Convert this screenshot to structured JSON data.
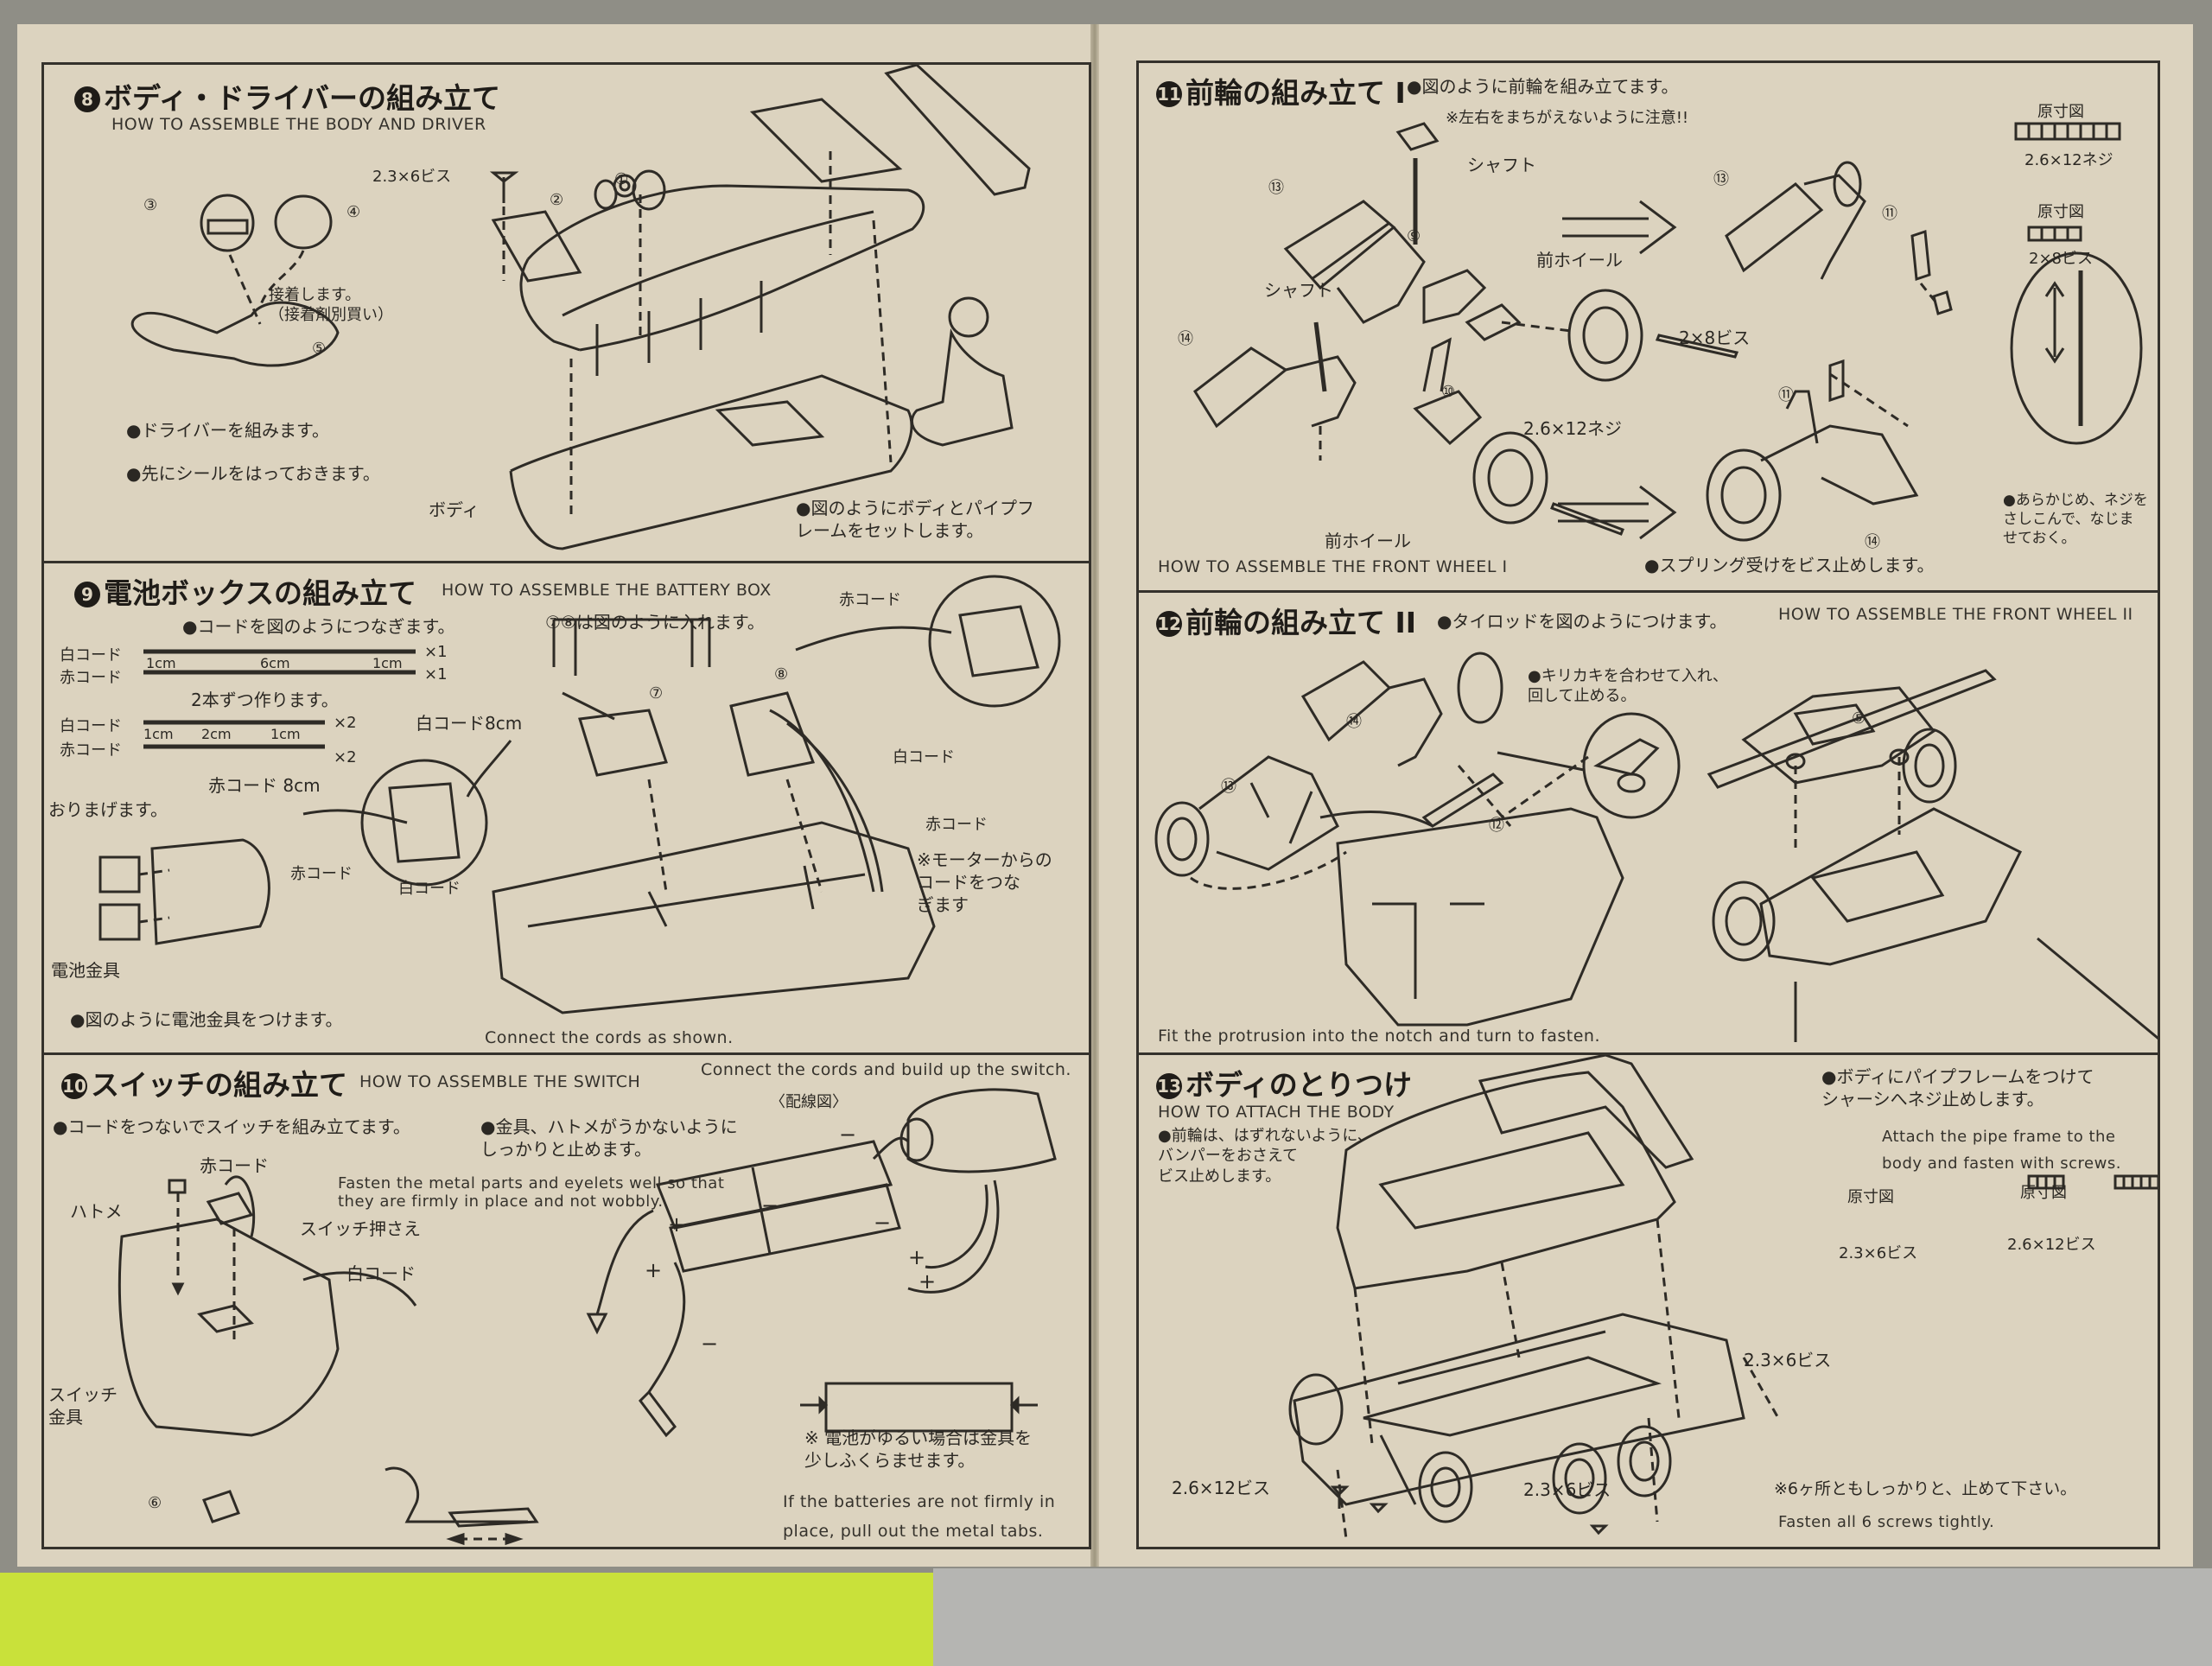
{
  "left_page": {
    "section8": {
      "number": "8",
      "title_ja": "ボディ・ドライバーの組み立て",
      "title_en": "HOW TO ASSEMBLE THE BODY AND DRIVER",
      "screw_label": "2.3×6ビス",
      "glue_note": "接着します。\n（接着剤別買い）",
      "driver_note": "●ドライバーを組みます。",
      "sticker_note": "●先にシールをはっておきます。",
      "body_label": "ボディ",
      "frame_note": "●図のようにボディとパイプフ\nレームをセットします。",
      "parts": [
        "①",
        "②",
        "③",
        "④",
        "⑤"
      ]
    },
    "section9": {
      "number": "9",
      "title_ja": "電池ボックスの組み立て",
      "title_en": "HOW TO ASSEMBLE THE BATTERY BOX",
      "connect_note": "●コードを図のようにつなぎます。",
      "insert_note": "⑦⑧は図のように入れます。",
      "cord_rows": [
        {
          "label": "白コード",
          "qty": "×1"
        },
        {
          "label": "赤コード",
          "qty": "×1"
        },
        {
          "label": "白コード",
          "qty": "×2"
        },
        {
          "label": "赤コード",
          "qty": "×2"
        }
      ],
      "dim_1cm": "1cm",
      "dim_6cm": "6cm",
      "dim_2cm": "2cm",
      "make_two": "2本ずつ作ります。",
      "white_8cm": "白コード8cm",
      "red_8cm": "赤コード 8cm",
      "fold_note": "おりまげます。",
      "red_cord": "赤コード",
      "white_cord": "白コード",
      "battery_fitting": "電池金具",
      "fitting_note": "●図のように電池金具をつけます。",
      "motor_note": "※モーターからの\nコードをつな\nぎます",
      "caption_en": "Connect the cords as shown.",
      "parts": [
        "⑦",
        "⑧"
      ]
    },
    "section10": {
      "number": "10",
      "title_ja": "スイッチの組み立て",
      "title_en": "HOW TO ASSEMBLE THE SWITCH",
      "top_en": "Connect the cords and build up the switch.",
      "wiring_label": "〈配線図〉",
      "connect_note": "●コードをつないでスイッチを組み立てます。",
      "metal_note": "●金具、ハトメがうかないように\nしっかりと止めます。",
      "metal_note_en": "Fasten the metal parts and eyelets well so that\nthey are firmly in place and not wobbly.",
      "red_cord": "赤コード",
      "eyelet": "ハトメ",
      "switch_holder": "スイッチ押さえ",
      "white_cord": "白コード",
      "switch_fitting": "スイッチ\n金具",
      "part6": "⑥",
      "loose_note": "※ 電池がゆるい場合は金具を\n少しふくらませます。",
      "loose_note_en": "If the batteries are not firmly in\nplace, pull out the metal tabs.",
      "plus": "+",
      "minus": "−"
    }
  },
  "right_page": {
    "section11": {
      "number": "11",
      "title_ja": "前輪の組み立て",
      "roman": "I",
      "intro": "●図のように前輪を組み立てます。",
      "warning": "※左右をまちがえないように注意!!",
      "shaft": "シャフト",
      "front_wheel": "前ホイール",
      "screw_2x8": "2×8ビス",
      "screw_26x12": "2.6×12ネジ",
      "actual_size": "原寸図",
      "actual_26x12": "2.6×12ネジ",
      "actual_2x8": "2×8ビス",
      "preset_note": "●あらかじめ、ネジを\nさしこんで、なじま\nせておく。",
      "spring_note": "●スプリング受けをビス止めします。",
      "title_en": "HOW TO ASSEMBLE THE FRONT WHEEL I",
      "parts": [
        "⑨",
        "⑩",
        "⑪",
        "⑬",
        "⑭"
      ]
    },
    "section12": {
      "number": "12",
      "title_ja": "前輪の組み立て",
      "roman": "II",
      "intro": "●タイロッドを図のようにつけます。",
      "title_en": "HOW TO ASSEMBLE THE FRONT WHEEL II",
      "notch_note": "●キリカキを合わせて入れ、\n回して止める。",
      "caption_en": "Fit the protrusion into the notch and turn to fasten.",
      "parts": [
        "⑤",
        "⑫",
        "⑬",
        "⑭"
      ]
    },
    "section13": {
      "number": "13",
      "title_ja": "ボディのとりつけ",
      "title_en": "HOW TO ATTACH THE BODY",
      "bumper_note": "●前輪は、はずれないように、\nバンパーをおさえて\nビス止めします。",
      "pipe_note": "●ボディにパイプフレームをつけて\nシャーシへネジ止めします。",
      "pipe_note_en": "Attach the pipe frame to the\nbody and fasten with screws.",
      "actual_size": "原寸図",
      "actual_23x6": "2.3×6ビス",
      "actual_26x12": "2.6×12ビス",
      "screw_23x6_a": "2.3×6ビス",
      "screw_26x12": "2.6×12ビス",
      "screw_23x6_b": "2.3×6ビス",
      "tight_note": "※6ヶ所ともしっかりと、止めて下さい。",
      "tight_note_en": "Fasten all 6 screws tightly."
    }
  }
}
